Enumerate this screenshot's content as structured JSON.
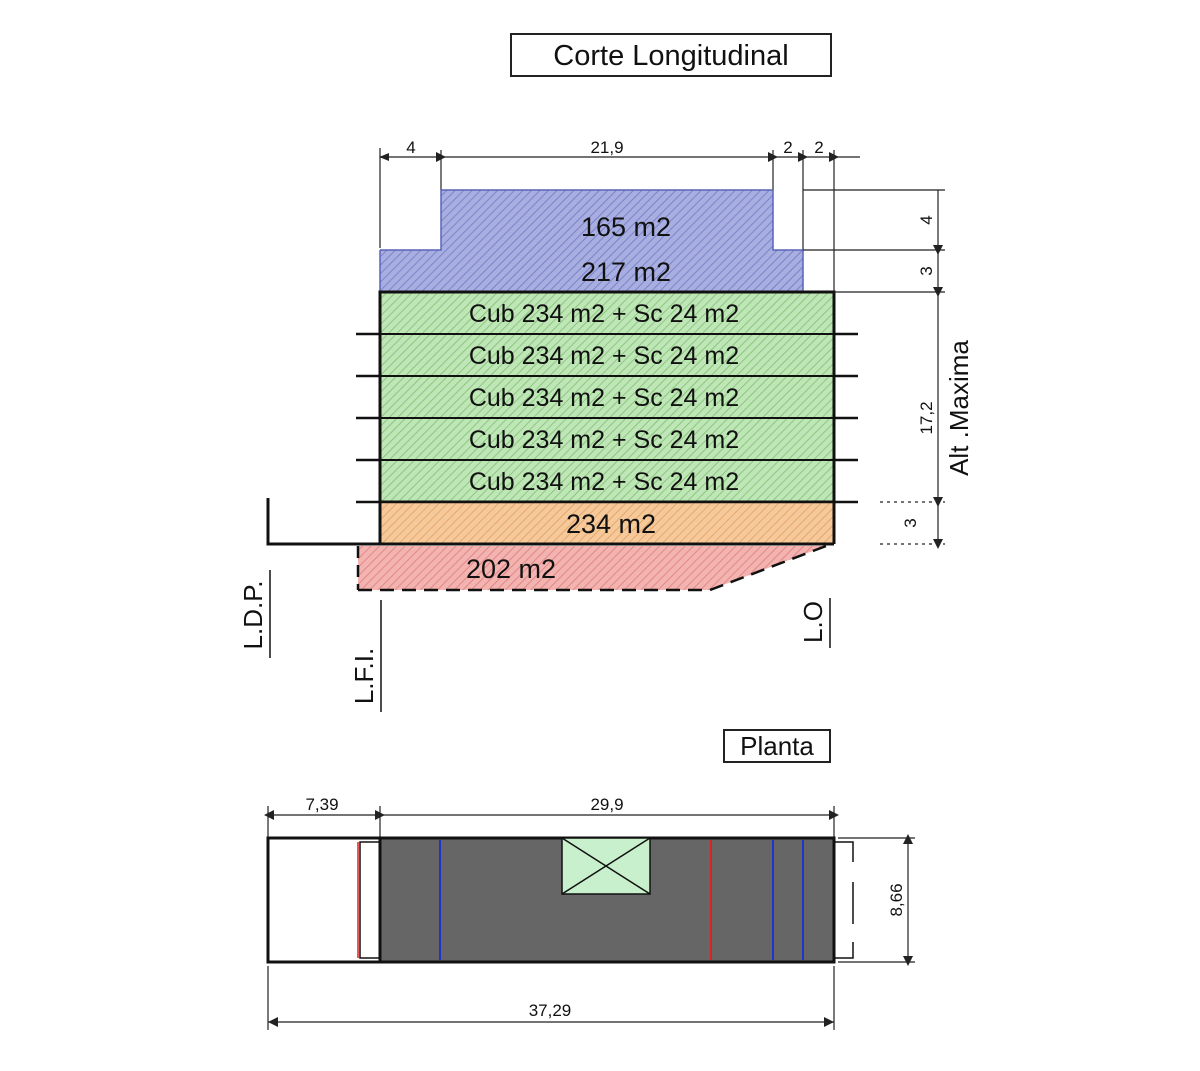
{
  "section_title": "Corte Longitudinal",
  "section_dims": {
    "left": "4",
    "main": "21,9",
    "right_a": "2",
    "right_b": "2"
  },
  "height_dims": {
    "top": "4",
    "mid": "3",
    "main": "17,2",
    "base": "3"
  },
  "height_label": "Alt .Maxima",
  "areas": {
    "top_setback": "165 m2",
    "first_setback": "217 m2",
    "floors": [
      "Cub 234 m2 + Sc 24 m2",
      "Cub 234 m2 + Sc 24 m2",
      "Cub 234 m2 + Sc 24 m2",
      "Cub 234 m2 + Sc 24 m2",
      "Cub 234 m2 + Sc 24 m2"
    ],
    "ground": "234 m2",
    "basement": "202 m2"
  },
  "lines": {
    "ldp": "L.D.P.",
    "lfi": "L.F.I.",
    "lo": "L.O"
  },
  "plan_title": "Planta",
  "plan_dims": {
    "front": "7,39",
    "building": "29,9",
    "width": "8,66",
    "total": "37,29"
  },
  "colors": {
    "setback_fill": "#a8aee0",
    "floor_fill": "#bfe6b6",
    "ground_fill": "#f6c99a",
    "basement_fill": "#f3b3b0",
    "plan_fill": "#666666",
    "core_fill": "#c8f0cc",
    "blue_line": "#2233cc",
    "red_line": "#dd2222"
  }
}
